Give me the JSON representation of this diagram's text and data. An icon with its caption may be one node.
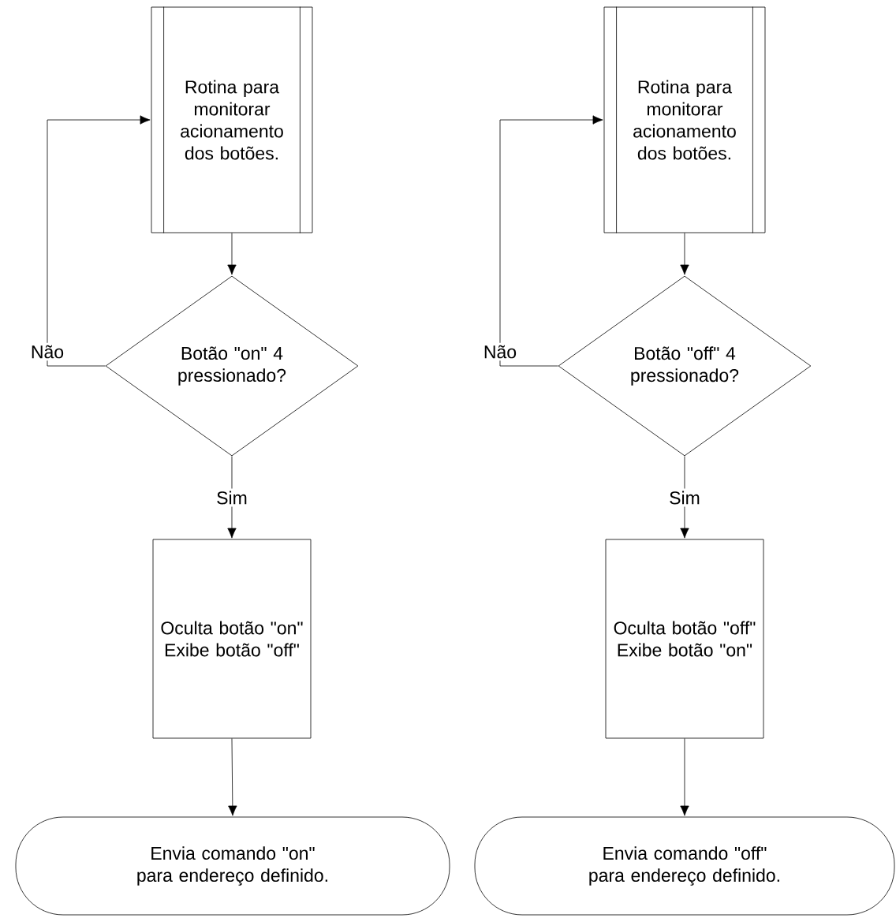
{
  "diagram": {
    "nodes": [
      {
        "text": [
          "Rotina para monitorar acionamento dos botões."
        ]
      },
      {
        "text": [
          "Botão \"on\" 4 pressionado?"
        ]
      },
      {
        "text": [
          "Oculta botão \"on\" Exibe botão \"off\""
        ]
      },
      {
        "text": [
          "Envia comando \"on\" para endereço definido."
        ]
      },
      {
        "text": [
          "Rotina para monitorar acionamento dos botões."
        ]
      },
      {
        "text": [
          "Botão \"off\" 4 pressionado?"
        ]
      },
      {
        "text": [
          "Oculta botão \"off\" Exibe botão \"on\""
        ]
      },
      {
        "text": [
          "Envia comando \"off\" para endereço definido."
        ]
      }
    ],
    "edges": [
      {
        "from": 0,
        "to": 1,
        "arrow": "to"
      },
      {
        "from": 1,
        "to": 2,
        "arrow": "to",
        "label": "Sim"
      },
      {
        "from": 2,
        "to": 3,
        "arrow": "to"
      },
      {
        "from": 1,
        "to": 0,
        "arrow": "to",
        "label": "Não"
      },
      {
        "from": 4,
        "to": 5,
        "arrow": "to"
      },
      {
        "from": 5,
        "to": 6,
        "arrow": "to",
        "label": "Sim"
      },
      {
        "from": 6,
        "to": 7,
        "arrow": "to"
      },
      {
        "from": 5,
        "to": 4,
        "arrow": "to",
        "label": "Não"
      }
    ]
  }
}
